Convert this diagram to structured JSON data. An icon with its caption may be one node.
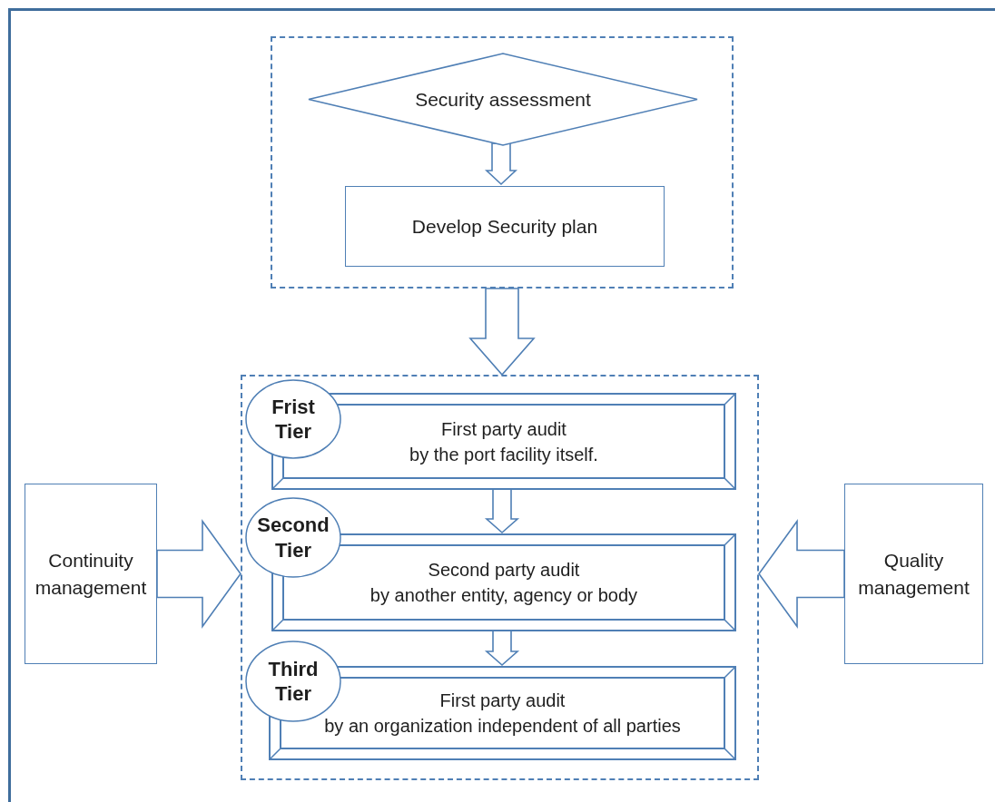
{
  "diagram": {
    "nodes": [
      {
        "text": [],
        "shape": "box"
      },
      {
        "text": [
          "Security assessment"
        ],
        "in": 0
      },
      {
        "text": [
          "Develop Security plan"
        ],
        "in": 0
      },
      {
        "text": [],
        "shape": "box"
      },
      {
        "text": [
          "Frist Tier"
        ],
        "in": 3
      },
      {
        "text": [
          "First party audit",
          "by the port facility itself."
        ],
        "in": 3
      },
      {
        "text": [
          "Second Tier"
        ],
        "in": 3
      },
      {
        "text": [
          "Second party audit",
          "by another entity, agency or body"
        ],
        "in": 3
      },
      {
        "text": [
          "Third Tier"
        ],
        "in": 3
      },
      {
        "text": [
          "First party audit",
          "by an organization independent of all parties"
        ],
        "in": 3
      },
      {
        "text": [
          "Continuity management"
        ]
      },
      {
        "text": [
          "Quality management"
        ]
      }
    ],
    "edges": [
      {
        "from": 1,
        "to": 2,
        "arrow": "to"
      },
      {
        "from": 0,
        "to": 3,
        "arrow": "to"
      },
      {
        "from": 5,
        "to": 7,
        "arrow": "to"
      },
      {
        "from": 7,
        "to": 9,
        "arrow": "to"
      },
      {
        "from": 10,
        "to": 3,
        "arrow": "to"
      },
      {
        "from": 11,
        "to": 3,
        "arrow": "to"
      }
    ]
  }
}
